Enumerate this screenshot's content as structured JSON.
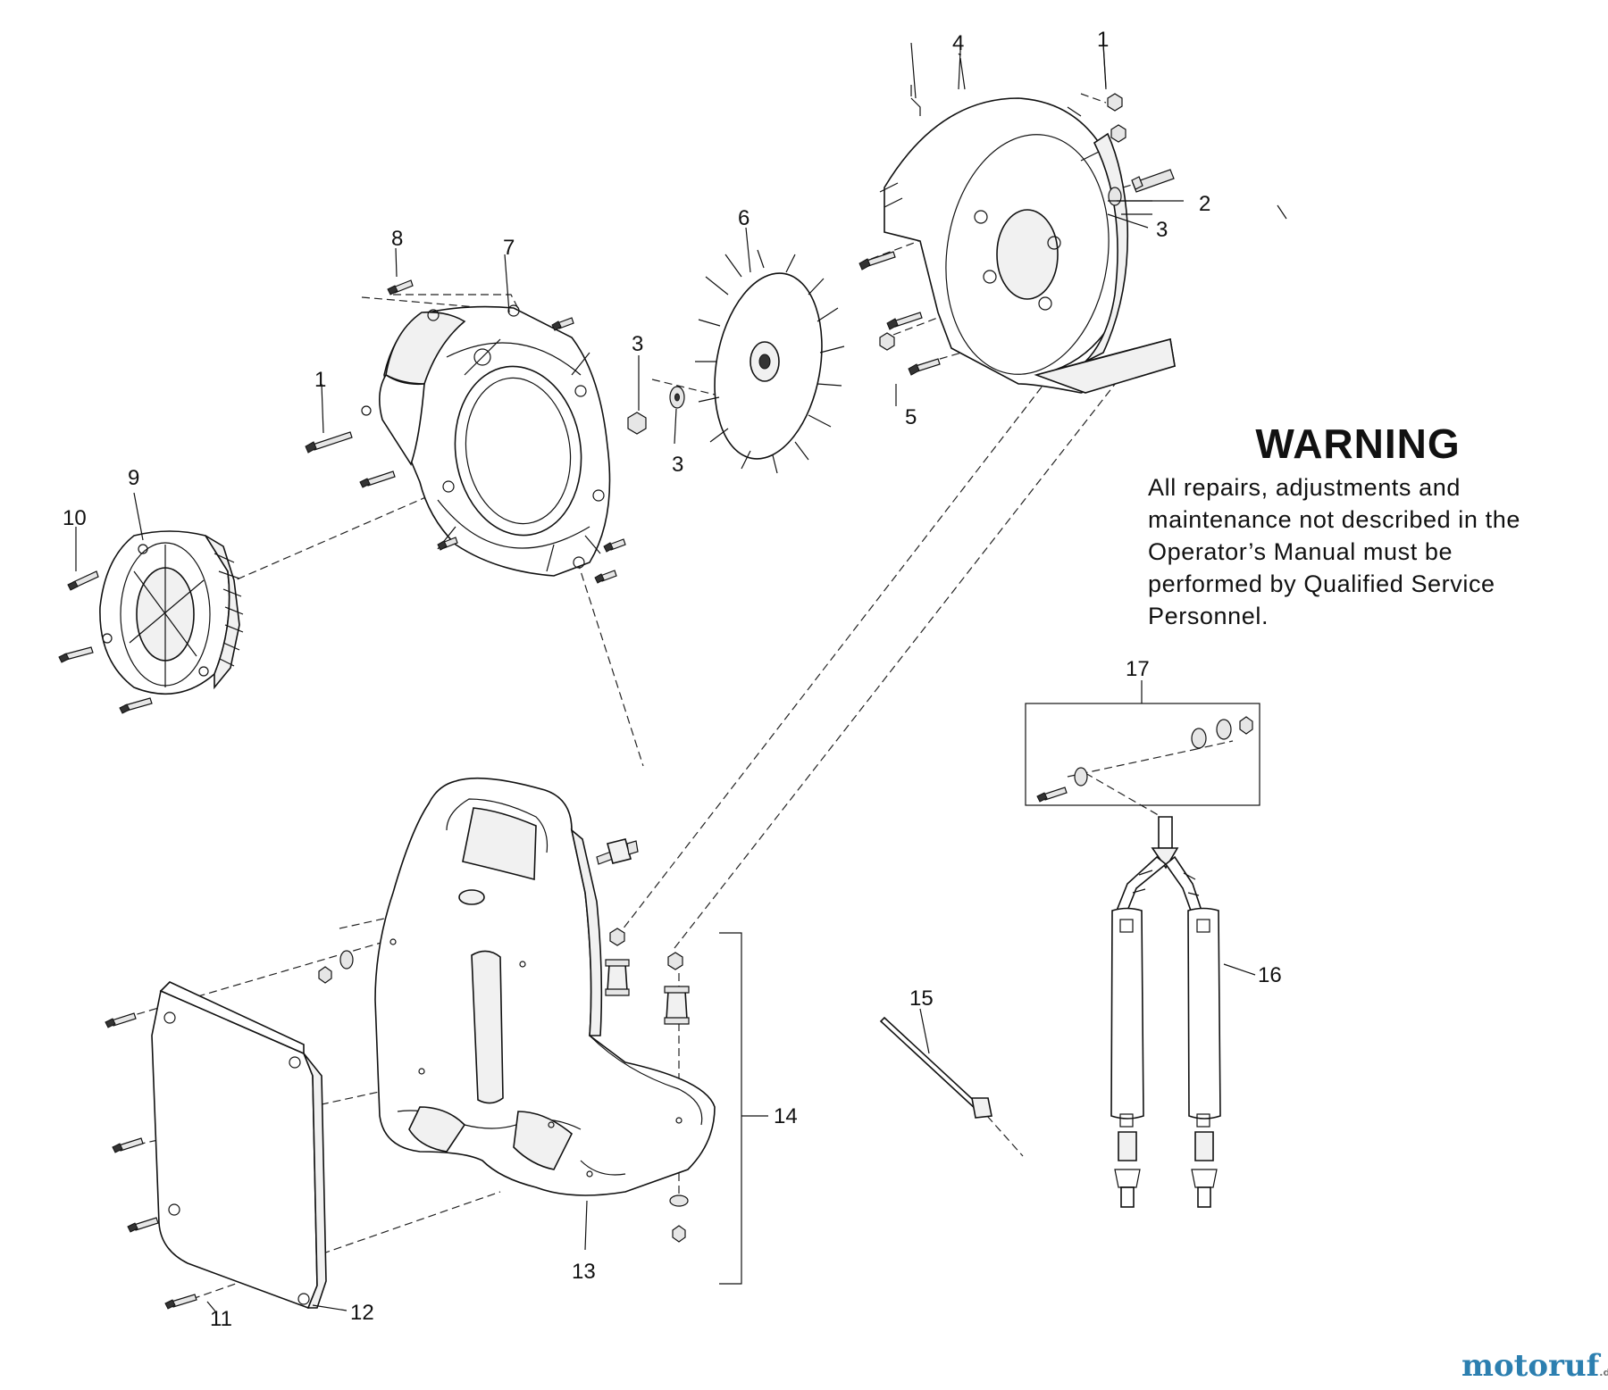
{
  "warning": {
    "title": "WARNING",
    "body": "All repairs, adjustments and maintenance not described in the Operator’s Manual must be performed by Qualified Service Personnel."
  },
  "callouts": {
    "c1a": "1",
    "c1b": "1",
    "c2": "2",
    "c3a": "3",
    "c3b": "3",
    "c3c": "3",
    "c4": "4",
    "c5": "5",
    "c6": "6",
    "c7": "7",
    "c8": "8",
    "c9": "9",
    "c10": "10",
    "c11": "11",
    "c12": "12",
    "c13": "13",
    "c14": "14",
    "c15": "15",
    "c16": "16",
    "c17": "17"
  },
  "watermark": {
    "text": "motoruf",
    "suffix": ".de"
  }
}
